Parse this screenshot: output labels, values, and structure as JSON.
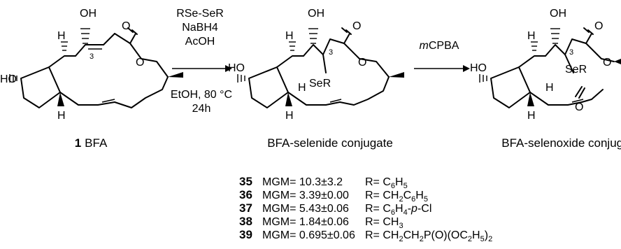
{
  "reaction1": {
    "reagents": [
      "RSe-SeR",
      "NaBH4",
      "AcOH"
    ],
    "conditions": [
      "EtOH, 80 °C",
      "24h"
    ]
  },
  "reaction2": {
    "reagent_prefix": "m",
    "reagent": "CPBA"
  },
  "compound1": {
    "number": "1",
    "name": "BFA"
  },
  "compound2": {
    "name": "BFA-selenide conjugate"
  },
  "compound3": {
    "name": "BFA-selenoxide conjugate"
  },
  "atom_labels": {
    "oh": "OH",
    "ho": "HO",
    "h": "H",
    "o": "O",
    "ser": "SeR",
    "pos3": "3"
  },
  "results_table": {
    "rows": [
      {
        "id": "35",
        "mgm": "MGM= 10.3±3.2",
        "r": "R= C6H5"
      },
      {
        "id": "36",
        "mgm": "MGM= 3.39±0.00",
        "r": "R= CH2C6H5"
      },
      {
        "id": "37",
        "mgm": "MGM= 5.43±0.06",
        "r": "R= C6H4-p-Cl"
      },
      {
        "id": "38",
        "mgm": "MGM= 1.84±0.06",
        "r": "R= CH3"
      },
      {
        "id": "39",
        "mgm": "MGM= 0.695±0.06",
        "r": "R= CH2CH2P(O)(OC2H5)2"
      }
    ]
  }
}
